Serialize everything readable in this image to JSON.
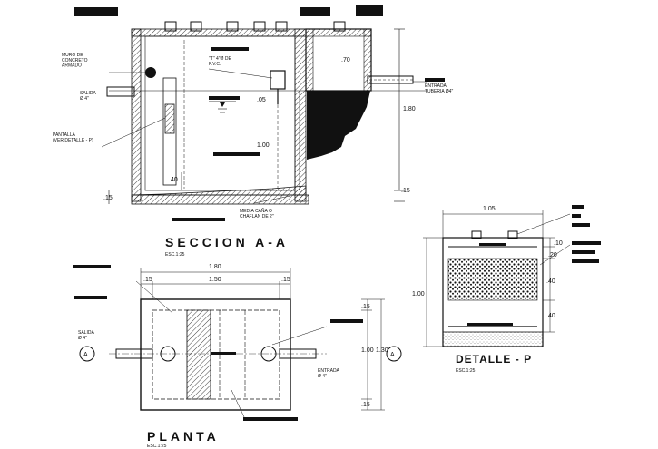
{
  "seccion": {
    "title": "SECCION A-A",
    "scale": "ESC.1:25",
    "labels": {
      "muro": "MURO DE\nCONCRETO\nARMADO",
      "salida": "SALIDA\nØ 4\"",
      "pantalla": "PANTALLA\n(VER DETALLE - P)",
      "media_cana": "MEDIA CAÑA O\nCHAFLAN DE 2\"",
      "entrada": "ENTRADA\nTUBERIA Ø4\"",
      "tee": "\"T\" 4\"Ø DE\nP.V.C."
    },
    "dims": {
      "d070": ".70",
      "d180": "1.80",
      "d100": "1.00",
      "d040": ".40",
      "d015a": ".15",
      "d015b": ".15",
      "d005": ".05"
    }
  },
  "planta": {
    "title": "PLANTA",
    "scale": "ESC.1:25",
    "labels": {
      "salida": "SALIDA\nØ 4\"",
      "entrada": "ENTRADA\nØ 4\"",
      "section_mark": "A"
    },
    "dims": {
      "d180": "1.80",
      "d150": "1.50",
      "d015a": ".15",
      "d015b": ".15",
      "d100": "1.00",
      "d130": "1.30",
      "d015c": ".15",
      "d015d": ".15"
    }
  },
  "detalle": {
    "title": "DETALLE - P",
    "scale": "ESC.1:25",
    "dims": {
      "d105": "1.05",
      "d100": "1.00",
      "d010": ".10",
      "d020": ".20",
      "d040a": ".40",
      "d040b": ".40"
    }
  }
}
